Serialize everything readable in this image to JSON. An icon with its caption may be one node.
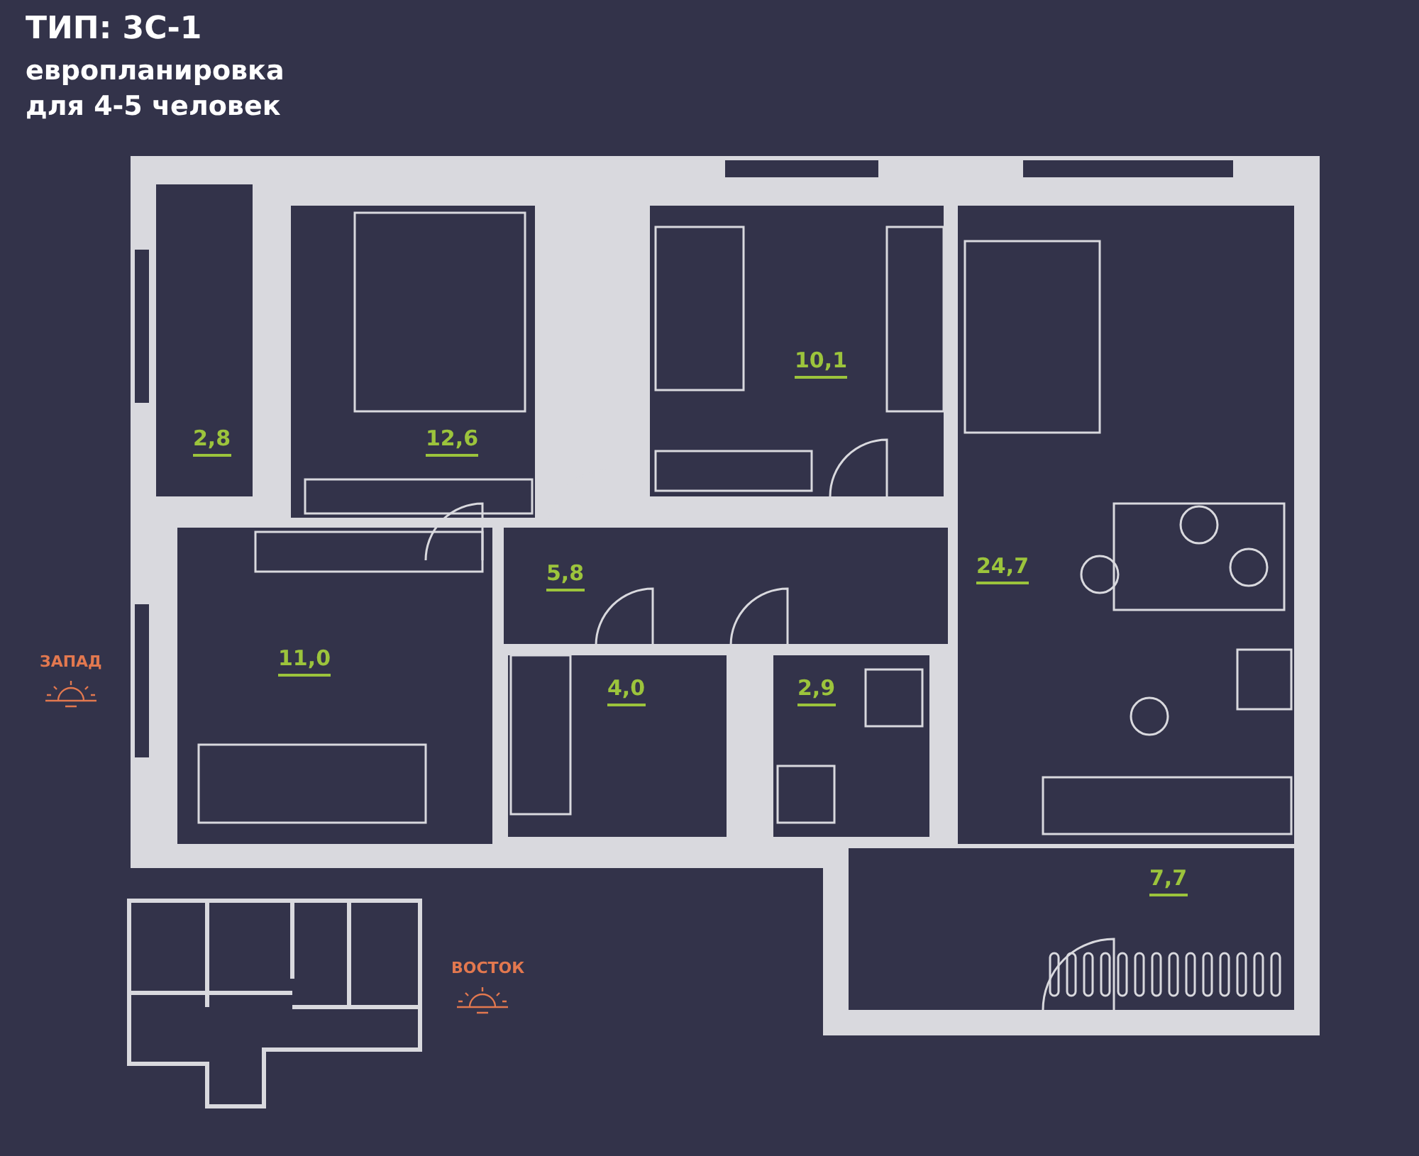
{
  "diagram": {
    "title": "ТИП: 3С-1",
    "nodes": [
      {
        "text": [
          "2,8"
        ]
      },
      {
        "text": [
          "12,6"
        ]
      },
      {
        "text": [
          "10,1"
        ]
      },
      {
        "text": [
          "24,7"
        ]
      },
      {
        "text": [
          "5,8"
        ]
      },
      {
        "text": [
          "11,0"
        ]
      },
      {
        "text": [
          "4,0"
        ]
      },
      {
        "text": [
          "2,9"
        ]
      },
      {
        "text": [
          "7,7"
        ]
      }
    ],
    "labels": [
      "европланировка для 4-5 человек",
      "ЗАПАД",
      "ВОСТОК"
    ]
  }
}
